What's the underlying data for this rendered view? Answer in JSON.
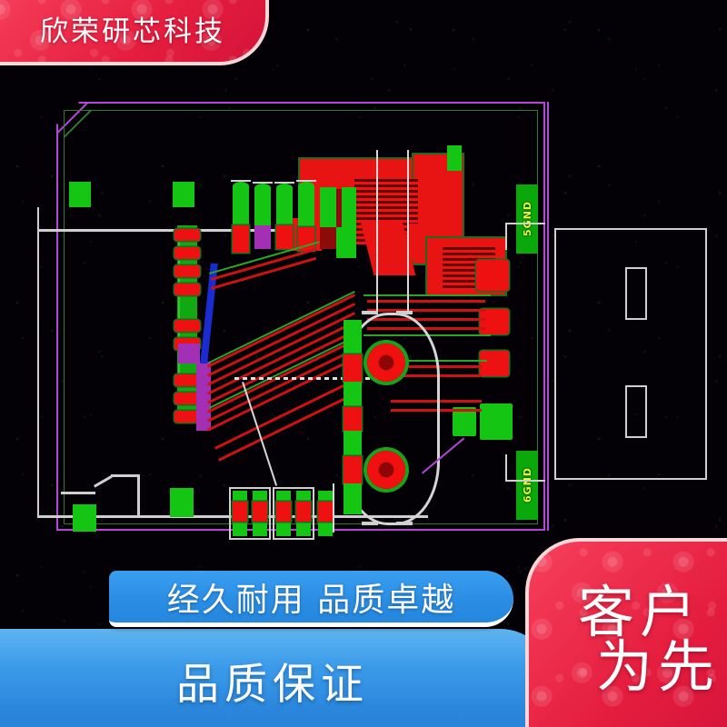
{
  "image": {
    "subject": "PCB CAD layout screenshot of a USB module board",
    "background_color": "#000000"
  },
  "banners": {
    "top_left": {
      "text": "欣荣研芯科技",
      "bg_color": "#e51d3f",
      "text_color": "#ffffff",
      "border_color": "#fbd7da"
    },
    "slogan_pill": {
      "text": "经久耐用  品质卓越",
      "bg_color": "#2b8ee4",
      "text_color": "#ffffff"
    },
    "bottom_bar": {
      "text": "品质保证",
      "bg_color": "#2a86db",
      "text_color": "#ffffff"
    },
    "bottom_right": {
      "line1": "客户",
      "line2": "为先",
      "bg_color": "#e51d3f",
      "text_color": "#ffffff",
      "border_color": "#fbd7da"
    }
  },
  "pcb": {
    "board_outline_color": "#b446d8",
    "inner_outline_color": "#2f7a2f",
    "silkscreen_color": "#cfcfcf",
    "top_copper_color": "#e81414",
    "bottom_copper_color": "#2ea62e",
    "pad_green_color": "#14c514",
    "via_purple_color": "#a32fb4",
    "designators": [
      {
        "label": "5GND",
        "text_color": "#e8ff3a",
        "bg_color": "#0aa80a"
      },
      {
        "label": "6GND",
        "text_color": "#e8ff3a",
        "bg_color": "#0aa80a"
      }
    ]
  }
}
